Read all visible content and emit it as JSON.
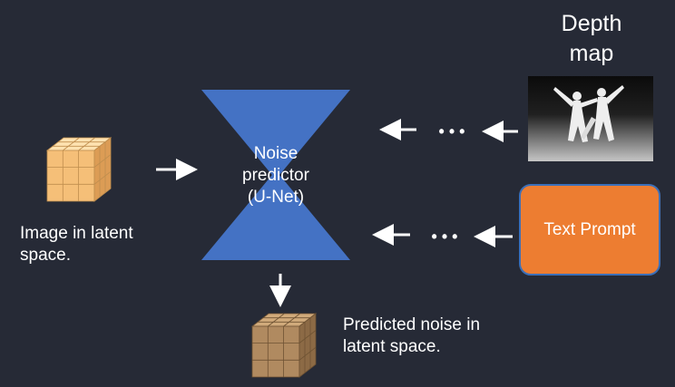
{
  "unet": {
    "line1": "Noise",
    "line2": "predictor",
    "line3": "(U-Net)"
  },
  "input_image": {
    "line1": "Image in latent",
    "line2": "space."
  },
  "output_noise": {
    "line1": "Predicted noise in",
    "line2": "latent space."
  },
  "depth_map": {
    "line1": "Depth",
    "line2": "map"
  },
  "text_prompt": {
    "label": "Text Prompt"
  },
  "ellipsis": "• • •",
  "colors": {
    "background": "#262a36",
    "unet_fill": "#4472c4",
    "text_prompt_fill": "#ed7d31",
    "text_prompt_border": "#3b6fb8",
    "input_cube": "#f5bf78",
    "output_cube": "#b08a60"
  }
}
